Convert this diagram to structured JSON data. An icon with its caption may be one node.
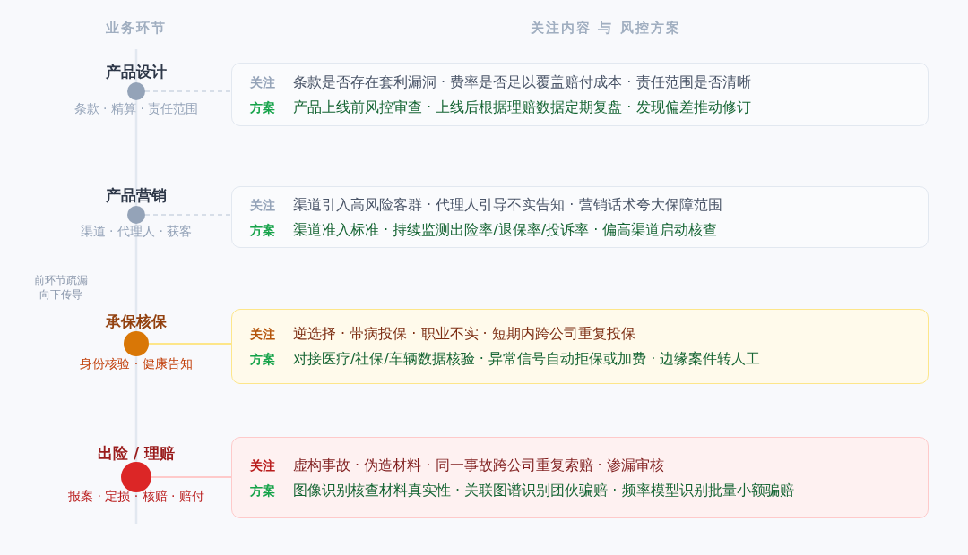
{
  "diagram": {
    "nodes": [
      {
        "text": [
          "产品设计"
        ],
        "beside": [
          "条款 · 精算 · 责任范围"
        ]
      },
      {
        "text": [
          "关注",
          "条款是否存在套利漏洞 · 费率是否足以覆盖赔付成本 · 责任范围是否清晰",
          "方案",
          "产品上线前风控审查 · 上线后根据理赔数据定期复盘 · 发现偏差推动修订"
        ]
      },
      {
        "text": [
          "产品营销"
        ],
        "beside": [
          "渠道 · 代理人 · 获客"
        ]
      },
      {
        "text": [
          "关注",
          "渠道引入高风险客群 · 代理人引导不实告知 · 营销话术夸大保障范围",
          "方案",
          "渠道准入标准 · 持续监测出险率/退保率/投诉率 · 偏高渠道启动核查"
        ]
      },
      {
        "text": [
          "承保核保"
        ],
        "beside": [
          "身份核验 · 健康告知"
        ]
      },
      {
        "text": [
          "关注",
          "逆选择 · 带病投保 · 职业不实 · 短期内跨公司重复投保",
          "方案",
          "对接医疗/社保/车辆数据核验 · 异常信号自动拒保或加费 · 边缘案件转人工"
        ]
      },
      {
        "text": [
          "出险 / 理赔"
        ],
        "beside": [
          "报案 · 定损 · 核赔 · 赔付"
        ]
      },
      {
        "text": [
          "关注",
          "虚构事故 · 伪造材料 · 同一事故跨公司重复索赔 · 渗漏审核",
          "方案",
          "图像识别核查材料真实性 · 关联图谱识别团伙骗赔 · 频率模型识别批量小额骗赔"
        ]
      }
    ],
    "edges": [
      {
        "from": 0,
        "to": 1,
        "arrow": "none",
        "style": "dashed",
        "color": "#cbd5e1"
      },
      {
        "from": 2,
        "to": 3,
        "arrow": "none",
        "style": "dashed",
        "color": "#cbd5e1"
      },
      {
        "from": 4,
        "to": 5,
        "arrow": "none",
        "color": "#fde68a"
      },
      {
        "from": 6,
        "to": 7,
        "arrow": "none",
        "color": "#fecaca"
      }
    ],
    "labels": [
      "业务环节",
      "关注内容 与 风控方案",
      "前环节疏漏向下传导"
    ]
  }
}
